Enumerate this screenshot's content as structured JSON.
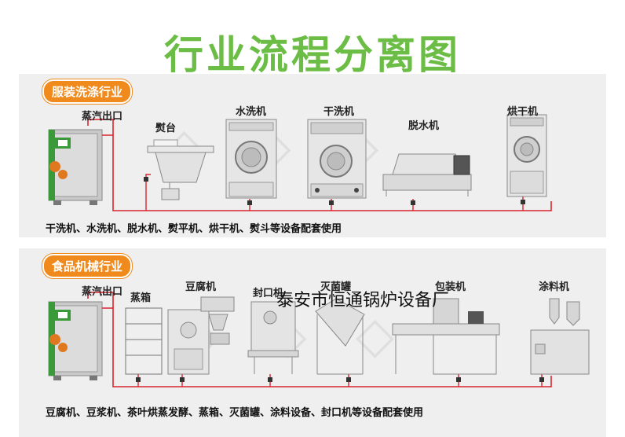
{
  "title": "行业流程分离图",
  "section1": {
    "badge": "服装洗涤行业",
    "steam_label": "蒸汽出口",
    "machines": [
      "熨台",
      "水洗机",
      "干洗机",
      "脱水机",
      "烘干机"
    ],
    "caption": "干洗机、水洗机、脱水机、熨平机、烘干机、熨斗等设备配套使用"
  },
  "section2": {
    "badge": "食品机械行业",
    "steam_label": "蒸汽出口",
    "machines": [
      "蒸箱",
      "豆腐机",
      "封口机",
      "灭菌罐",
      "包装机",
      "涂料机"
    ],
    "caption": "豆腐机、豆浆机、茶叶烘蒸发酵、蒸箱、灭菌罐、涂料设备、封口机等设备配套使用"
  },
  "overlay_text": "泰安市恒通锅炉设备厂",
  "colors": {
    "title": "#6bbd45",
    "badge": "#f08a1c",
    "pipe": "#d9232e"
  }
}
